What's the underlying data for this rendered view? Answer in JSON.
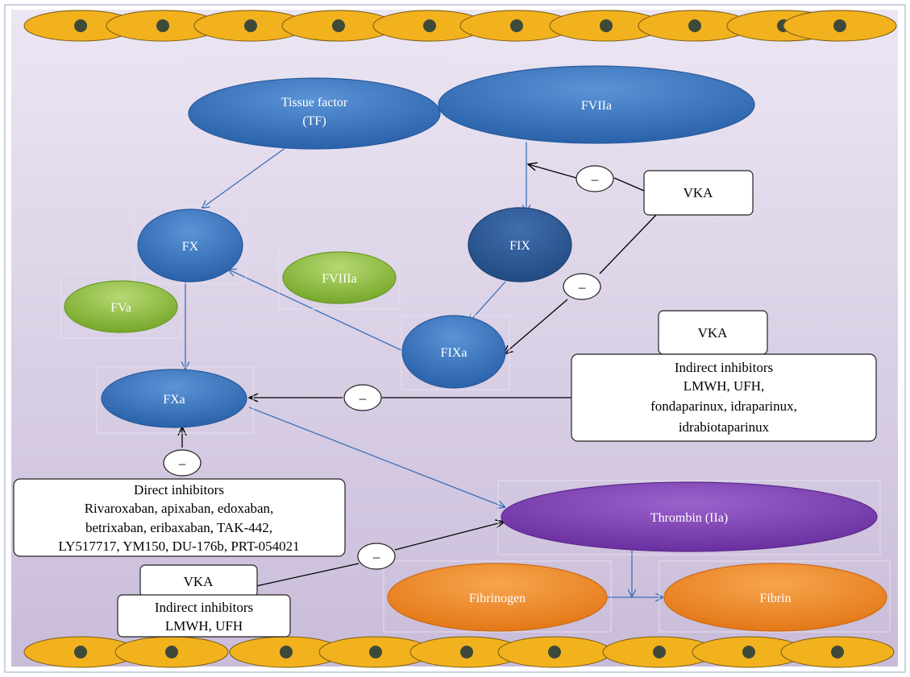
{
  "nodes": {
    "tissue_factor": {
      "line1": "Tissue factor",
      "line2": "(TF)"
    },
    "fviia": "FVIIa",
    "fx": "FX",
    "fix": "FIX",
    "fva": "FVa",
    "fviiia": "FVIIIa",
    "fixa": "FIXa",
    "fxa": "FXa",
    "thrombin": "Thrombin (IIa)",
    "fibrinogen": "Fibrinogen",
    "fibrin": "Fibrin"
  },
  "inhibit_symbol": "–",
  "boxes": {
    "vka_top": "VKA",
    "vka_mid": "VKA",
    "indirect_right": [
      "Indirect inhibitors",
      "LMWH, UFH,",
      "fondaparinux, idraparinux,",
      "idrabiotaparinux"
    ],
    "direct": [
      "Direct inhibitors",
      "Rivaroxaban, apixaban, edoxaban,",
      "betrixaban, eribaxaban, TAK-442,",
      "LY517717, YM150, DU-176b, PRT-054021"
    ],
    "vka_bottom": "VKA",
    "indirect_bottom": [
      "Indirect inhibitors",
      "LMWH, UFH"
    ]
  },
  "colors": {
    "blue": "#3b78c2",
    "dark_blue": "#2f5f9e",
    "green": "#8fbd3c",
    "purple": "#7b3fb0",
    "orange": "#f08a2a",
    "cell": "#f2b21e",
    "nucleus": "#3d4a3a"
  }
}
